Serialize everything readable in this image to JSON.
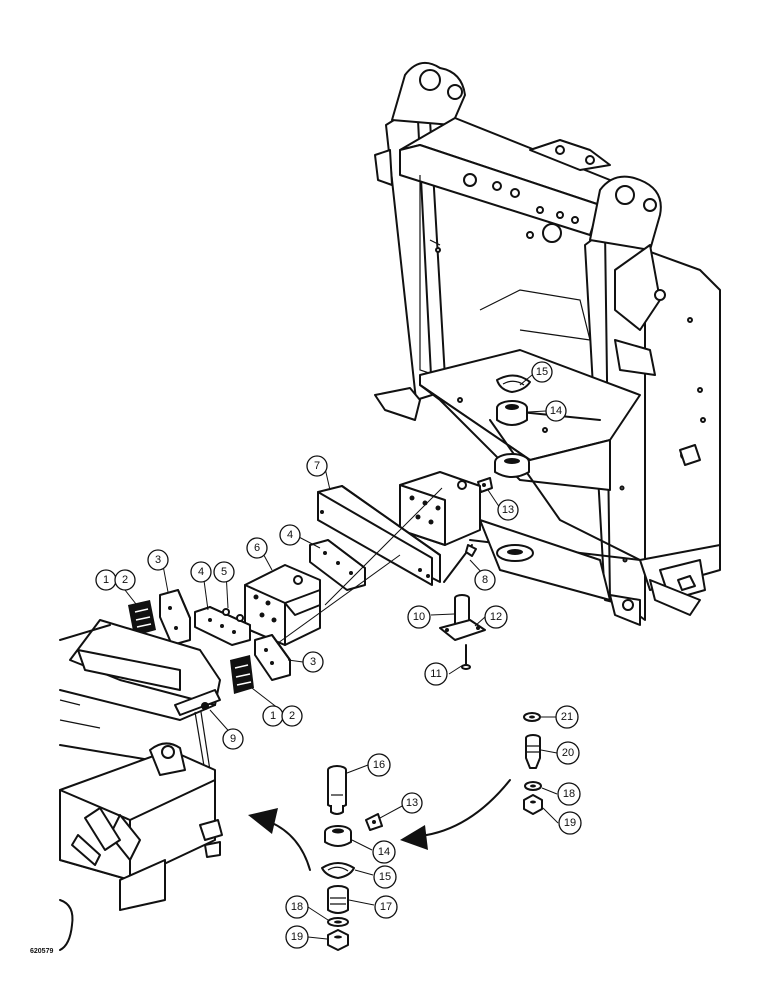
{
  "figure_id": "620579",
  "callouts": [
    {
      "id": "c1a",
      "label": "1"
    },
    {
      "id": "c2a",
      "label": "2"
    },
    {
      "id": "c3a",
      "label": "3"
    },
    {
      "id": "c4a",
      "label": "4"
    },
    {
      "id": "c5",
      "label": "5"
    },
    {
      "id": "c6",
      "label": "6"
    },
    {
      "id": "c4b",
      "label": "4"
    },
    {
      "id": "c7",
      "label": "7"
    },
    {
      "id": "c3b",
      "label": "3"
    },
    {
      "id": "c1b",
      "label": "1"
    },
    {
      "id": "c2b",
      "label": "2"
    },
    {
      "id": "c9",
      "label": "9"
    },
    {
      "id": "c8",
      "label": "8"
    },
    {
      "id": "c10",
      "label": "10"
    },
    {
      "id": "c12",
      "label": "12"
    },
    {
      "id": "c11",
      "label": "11"
    },
    {
      "id": "c13a",
      "label": "13"
    },
    {
      "id": "c14a",
      "label": "14"
    },
    {
      "id": "c15a",
      "label": "15"
    },
    {
      "id": "c16",
      "label": "16"
    },
    {
      "id": "c13b",
      "label": "13"
    },
    {
      "id": "c14b",
      "label": "14"
    },
    {
      "id": "c15b",
      "label": "15"
    },
    {
      "id": "c17",
      "label": "17"
    },
    {
      "id": "c18a",
      "label": "18"
    },
    {
      "id": "c19a",
      "label": "19"
    },
    {
      "id": "c21",
      "label": "21"
    },
    {
      "id": "c20",
      "label": "20"
    },
    {
      "id": "c18b",
      "label": "18"
    },
    {
      "id": "c19b",
      "label": "19"
    }
  ]
}
